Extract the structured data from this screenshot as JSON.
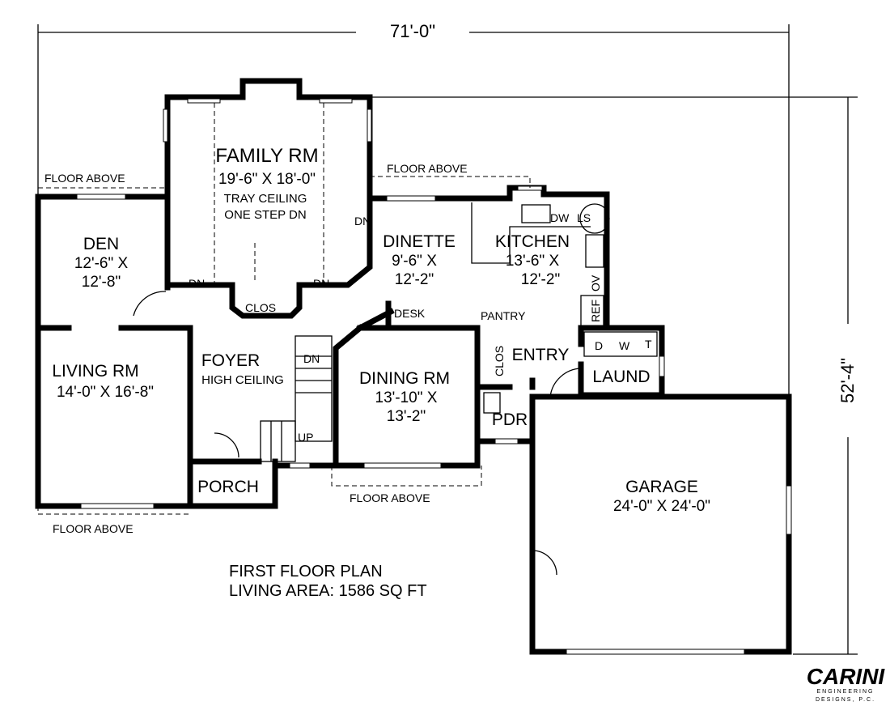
{
  "dimensions": {
    "width": "71'-0\"",
    "depth": "52'-4\""
  },
  "rooms": {
    "family": {
      "name": "FAMILY RM",
      "size": "19'-6\" X 18'-0\"",
      "note1": "TRAY CEILING",
      "note2": "ONE STEP DN"
    },
    "den": {
      "name": "DEN",
      "size1": "12'-6\" X",
      "size2": "12'-8\""
    },
    "dinette": {
      "name": "DINETTE",
      "size1": "9'-6\" X",
      "size2": "12'-2\""
    },
    "kitchen": {
      "name": "KITCHEN",
      "size1": "13'-6\" X",
      "size2": "12'-2\""
    },
    "foyer": {
      "name": "FOYER",
      "note": "HIGH CEILING"
    },
    "living": {
      "name": "LIVING RM",
      "size": "14'-0\" X 16'-8\""
    },
    "dining": {
      "name": "DINING RM",
      "size1": "13'-10\" X",
      "size2": "13'-2\""
    },
    "entry": {
      "name": "ENTRY"
    },
    "laund": {
      "name": "LAUND"
    },
    "pdr": {
      "name": "PDR"
    },
    "porch": {
      "name": "PORCH"
    },
    "garage": {
      "name": "GARAGE",
      "size": "24'-0\" X 24'-0\""
    }
  },
  "labels": {
    "floor_above": "FLOOR ABOVE",
    "clos": "CLOS",
    "dn": "DN",
    "up": "UP",
    "desk": "DESK",
    "pantry": "PANTRY",
    "dw": "DW",
    "ls": "LS",
    "ov": "OV",
    "ref": "REF",
    "d": "D",
    "w": "W",
    "t": "T"
  },
  "title": {
    "line1": "FIRST FLOOR PLAN",
    "line2": "LIVING AREA: 1586 SQ FT"
  },
  "logo": {
    "name": "CARINI",
    "line1": "ENGINEERING",
    "line2": "DESIGNS, P.C."
  }
}
